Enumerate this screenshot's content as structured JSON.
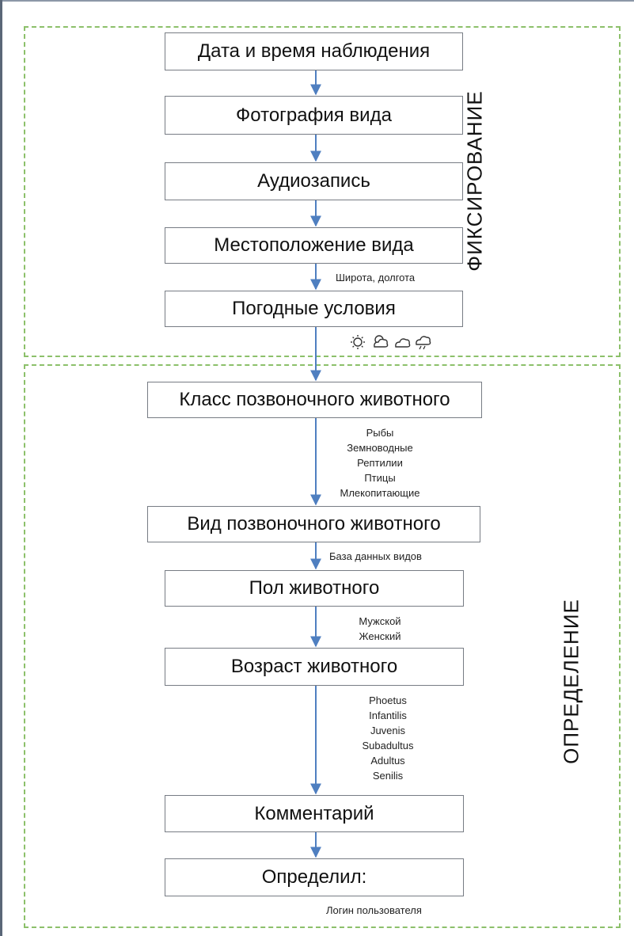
{
  "sections": {
    "fix_label": "ФИКСИРОВАНИЕ",
    "def_label": "ОПРЕДЕЛЕНИЕ"
  },
  "steps": [
    "Дата и время наблюдения",
    "Фотография вида",
    "Аудиозапись",
    "Местоположение вида",
    "Погодные условия",
    "Класс позвоночного животного",
    "Вид позвоночного животного",
    "Пол животного",
    "Возраст животного",
    "Комментарий",
    "Определил:"
  ],
  "notes": {
    "location": "Широта, долгота",
    "classes": [
      "Рыбы",
      "Земноводные",
      "Рептилии",
      "Птицы",
      "Млекопитающие"
    ],
    "species": "База данных видов",
    "sex": [
      "Мужской",
      "Женский"
    ],
    "age": [
      "Phoetus",
      "Infantilis",
      "Juvenis",
      "Subadultus",
      "Adultus",
      "Senilis"
    ],
    "user": "Логин пользователя"
  },
  "weather_icons": [
    "sun-icon",
    "sun-cloud-icon",
    "cloud-icon",
    "rain-cloud-icon"
  ],
  "colors": {
    "arrow": "#4f7fc0",
    "section_border": "#8cc06a",
    "box_border": "#777c84"
  }
}
